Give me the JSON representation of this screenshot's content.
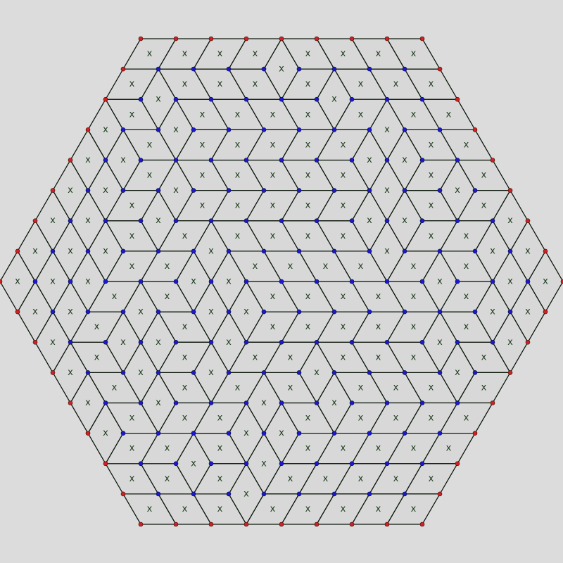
{
  "figure": {
    "background": "#dcdcdc",
    "edge_color": "#0e1a0e",
    "interior_vertex_color": "#1a1acc",
    "boundary_vertex_color": "#cc2222",
    "tile_marker": "x"
  },
  "tiling": {
    "shape": "regular hexagon of rhombi (lozenge tiling)",
    "side_length_in_rhombi": 8,
    "boundary_vertex_count": 48
  }
}
